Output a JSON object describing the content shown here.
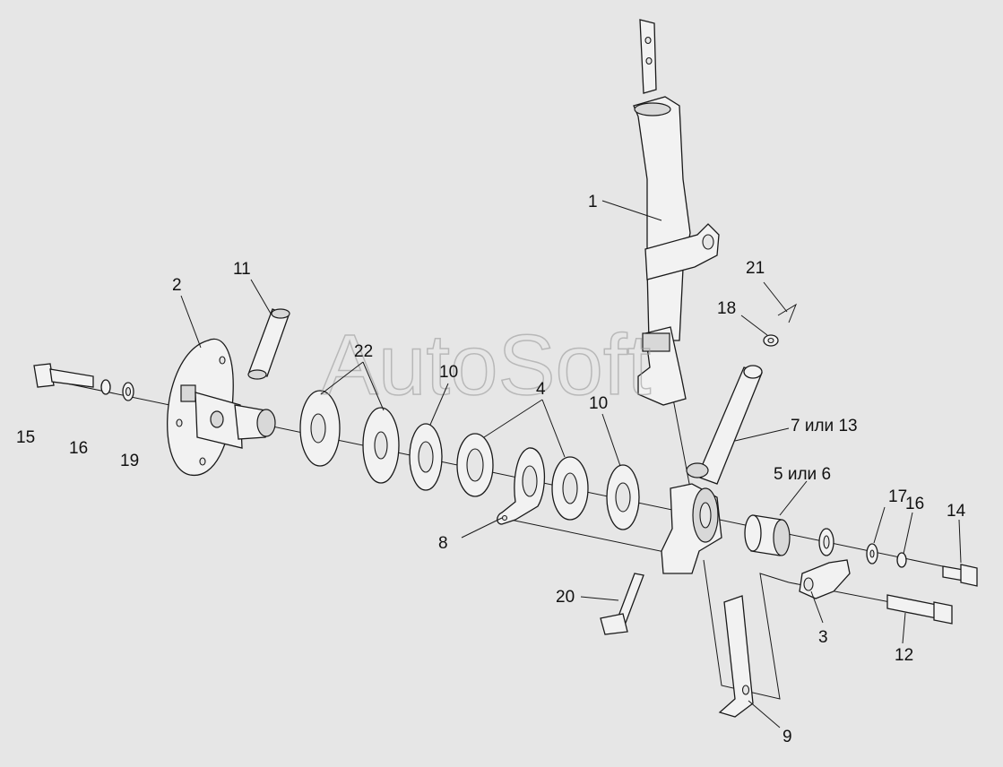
{
  "watermark": "AutoSoft",
  "callouts": [
    {
      "id": "c1",
      "text": "1"
    },
    {
      "id": "c2",
      "text": "2"
    },
    {
      "id": "c3",
      "text": "3"
    },
    {
      "id": "c4",
      "text": "4"
    },
    {
      "id": "c5",
      "text": "5 или 6"
    },
    {
      "id": "c7",
      "text": "7 или 13"
    },
    {
      "id": "c8",
      "text": "8"
    },
    {
      "id": "c9",
      "text": "9"
    },
    {
      "id": "c10a",
      "text": "10"
    },
    {
      "id": "c10b",
      "text": "10"
    },
    {
      "id": "c11",
      "text": "11"
    },
    {
      "id": "c12",
      "text": "12"
    },
    {
      "id": "c14",
      "text": "14"
    },
    {
      "id": "c15",
      "text": "15"
    },
    {
      "id": "c16a",
      "text": "16"
    },
    {
      "id": "c16b",
      "text": "16"
    },
    {
      "id": "c17",
      "text": "17"
    },
    {
      "id": "c18",
      "text": "18"
    },
    {
      "id": "c19",
      "text": "19"
    },
    {
      "id": "c20",
      "text": "20"
    },
    {
      "id": "c21",
      "text": "21"
    },
    {
      "id": "c22",
      "text": "22"
    }
  ]
}
